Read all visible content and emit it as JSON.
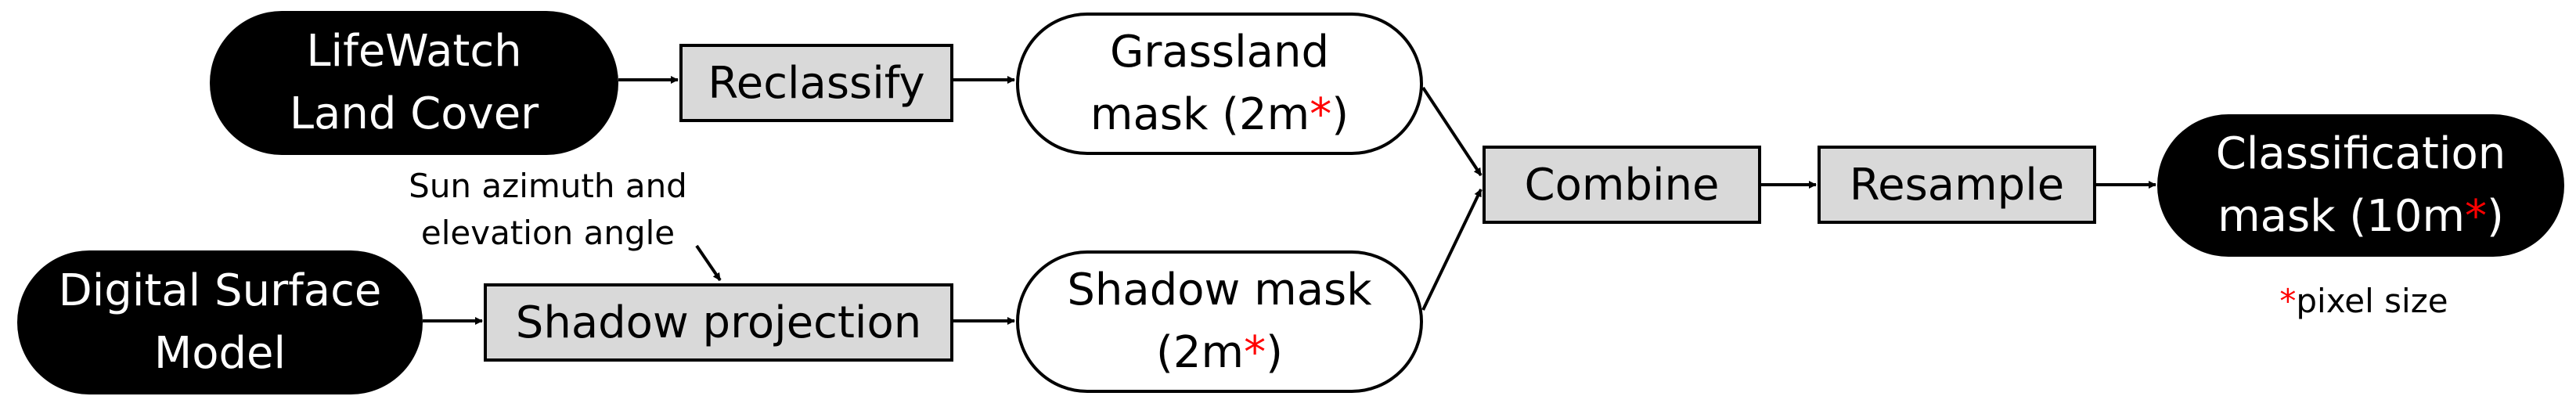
{
  "colors": {
    "dark_node_fill": "#000000",
    "dark_node_text": "#ffffff",
    "process_fill": "#d9d9d9",
    "asterisk": "#ff0000",
    "edge": "#000000"
  },
  "nodes": {
    "lifewatch": {
      "line1": "LifeWatch",
      "line2": "Land Cover"
    },
    "dsm": {
      "line1": "Digital Surface",
      "line2": "Model"
    },
    "reclassify": {
      "label": "Reclassify"
    },
    "shadow_projection": {
      "label": "Shadow projection"
    },
    "grassland_mask": {
      "line1": "Grassland",
      "line2_prefix": "mask (2m",
      "star": "*",
      "line2_suffix": ")"
    },
    "shadow_mask": {
      "line1": "Shadow mask",
      "line2_prefix": "(2m",
      "star": "*",
      "line2_suffix": ")"
    },
    "combine": {
      "label": "Combine"
    },
    "resample": {
      "label": "Resample"
    },
    "classification_mask": {
      "line1": "Classification",
      "line2_prefix": "mask (10m",
      "star": "*",
      "line2_suffix": ")"
    }
  },
  "annotations": {
    "sun_angle": {
      "line1": "Sun azimuth and",
      "line2": "elevation angle"
    },
    "footnote": {
      "star": "*",
      "text": "pixel size"
    }
  }
}
